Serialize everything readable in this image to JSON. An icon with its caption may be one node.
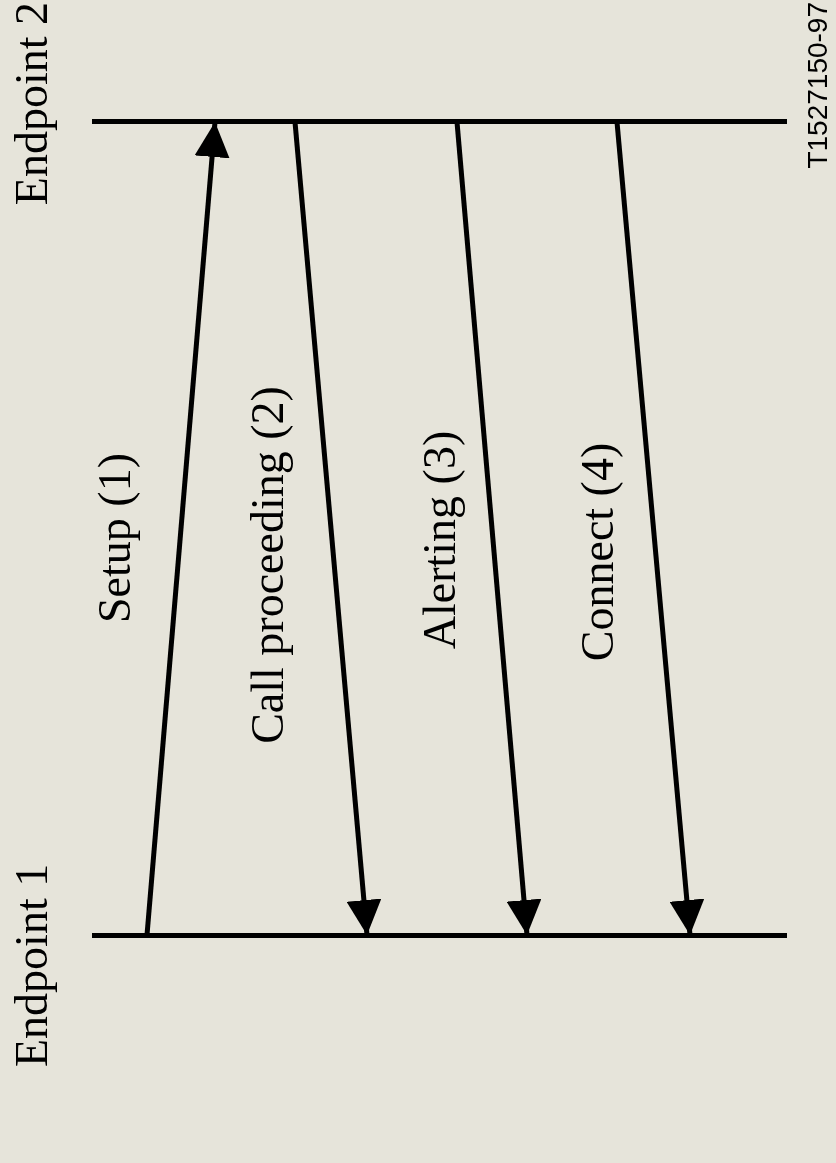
{
  "diagram": {
    "nodes": [
      {
        "text": [
          "Endpoint 1"
        ]
      },
      {
        "text": [
          "Endpoint 2"
        ]
      }
    ],
    "edges": [
      {
        "from": 0,
        "to": 1,
        "arrow": "to",
        "label": "Setup (1)"
      },
      {
        "from": 1,
        "to": 0,
        "arrow": "to",
        "label": "Call proceeding (2)"
      },
      {
        "from": 1,
        "to": 0,
        "arrow": "to",
        "label": "Alerting (3)"
      },
      {
        "from": 1,
        "to": 0,
        "arrow": "to",
        "label": "Connect (4)"
      }
    ],
    "labels": [
      "T1527150-97"
    ]
  }
}
